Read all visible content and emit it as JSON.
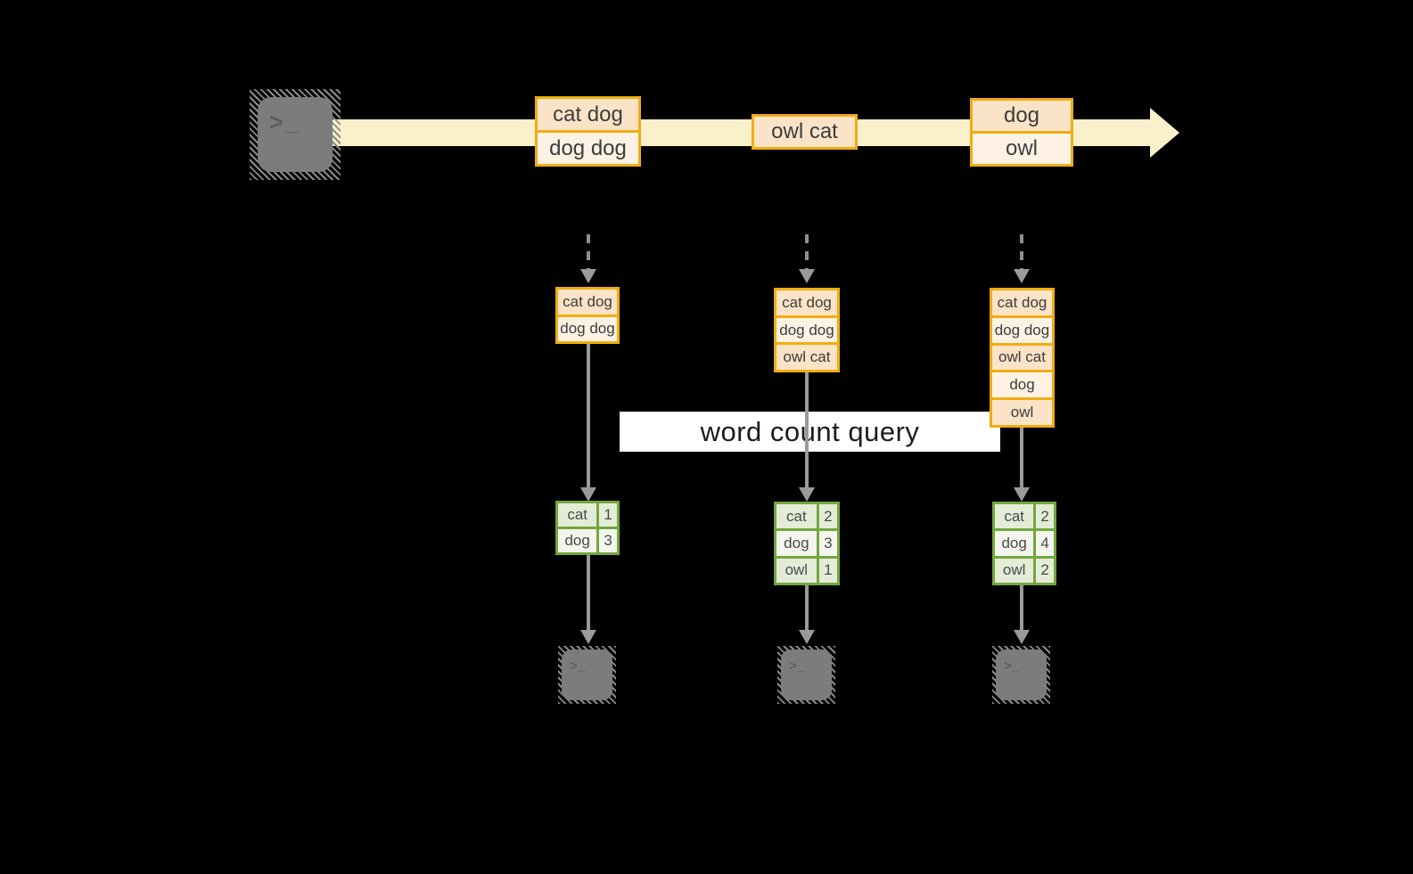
{
  "query_label": "word count query",
  "terminal_glyph": ">_",
  "stream": {
    "batches": [
      {
        "rows": [
          "cat dog",
          "dog dog"
        ]
      },
      {
        "rows": [
          "owl cat"
        ]
      },
      {
        "rows": [
          "dog",
          "owl"
        ]
      }
    ]
  },
  "columns": [
    {
      "state": [
        "cat dog",
        "dog dog"
      ],
      "counts": [
        {
          "word": "cat",
          "count": "1"
        },
        {
          "word": "dog",
          "count": "3"
        }
      ]
    },
    {
      "state": [
        "cat dog",
        "dog dog",
        "owl cat"
      ],
      "counts": [
        {
          "word": "cat",
          "count": "2"
        },
        {
          "word": "dog",
          "count": "3"
        },
        {
          "word": "owl",
          "count": "1"
        }
      ]
    },
    {
      "state": [
        "cat dog",
        "dog dog",
        "owl cat",
        "dog",
        "owl"
      ],
      "counts": [
        {
          "word": "cat",
          "count": "2"
        },
        {
          "word": "dog",
          "count": "4"
        },
        {
          "word": "owl",
          "count": "2"
        }
      ]
    }
  ],
  "colors": {
    "stream_band": "#FAF0CB",
    "record_border": "#F0AD12",
    "record_fill_dark": "#FAE3C6",
    "record_fill_light": "#FDF2E4",
    "table_border": "#73A63F",
    "table_fill_dark": "#E4ECD8",
    "table_fill_light": "#F3F6ED",
    "arrow_gray": "#9A9A9A",
    "terminal_gray": "#7C7C7C",
    "background": "#000000"
  }
}
